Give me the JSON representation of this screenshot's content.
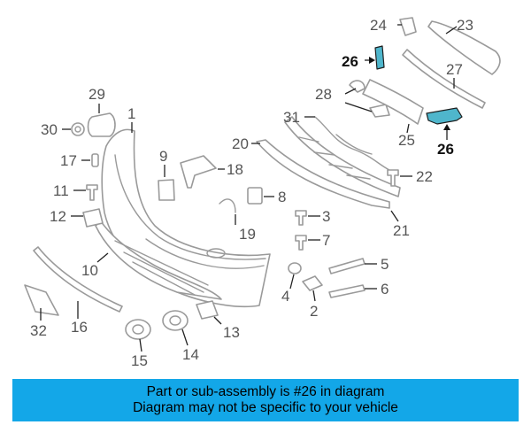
{
  "callouts": {
    "c1": "1",
    "c2": "2",
    "c3": "3",
    "c4": "4",
    "c5": "5",
    "c6": "6",
    "c7": "7",
    "c8": "8",
    "c9": "9",
    "c10": "10",
    "c11": "11",
    "c12": "12",
    "c13": "13",
    "c14": "14",
    "c15": "15",
    "c16": "16",
    "c17": "17",
    "c18": "18",
    "c19": "19",
    "c20": "20",
    "c21": "21",
    "c22": "22",
    "c23": "23",
    "c24": "24",
    "c25": "25",
    "c26": "26",
    "c27": "27",
    "c28": "28",
    "c29": "29",
    "c30": "30",
    "c31": "31",
    "c32": "32"
  },
  "highlighted_part": "26",
  "colors": {
    "highlight": "#4fb6cc",
    "banner": "#13a7e8",
    "part_stroke": "#9a9a9a"
  },
  "banner": {
    "line1": "Part or sub-assembly is #26 in diagram",
    "line2": "Diagram may not be specific to your vehicle"
  }
}
